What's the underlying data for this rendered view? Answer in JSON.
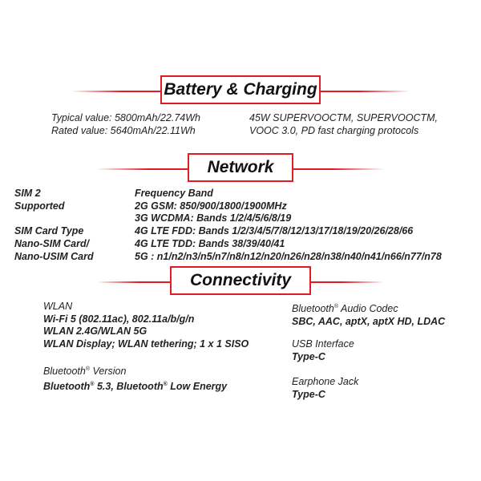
{
  "battery": {
    "title": "Battery & Charging",
    "typical": "Typical value: 5800mAh/22.74Wh",
    "rated": "Rated value: 5640mAh/22.11Wh",
    "charging_line1": "45W SUPERVOOCTM, SUPERVOOCTM,",
    "charging_line2": "VOOC 3.0, PD fast charging protocols"
  },
  "network": {
    "title": "Network",
    "left_lines": [
      "SIM 2",
      "Supported",
      "",
      "SIM Card Type",
      "Nano-SIM Card/",
      "Nano-USIM Card"
    ],
    "right_lines": [
      "Frequency Band",
      "2G GSM: 850/900/1800/1900MHz",
      "3G WCDMA: Bands 1/2/4/5/6/8/19",
      "4G LTE FDD: Bands 1/2/3/4/5/7/8/12/13/17/18/19/20/26/28/66",
      "4G LTE TDD: Bands 38/39/40/41",
      "5G : n1/n2/n3/n5/n7/n8/n12/n20/n26/n28/n38/n40/n41/n66/n77/n78"
    ]
  },
  "connectivity": {
    "title": "Connectivity",
    "wlan_label": "WLAN",
    "wlan_lines": [
      "Wi-Fi 5 (802.11ac), 802.11a/b/g/n",
      "WLAN 2.4G/WLAN 5G",
      "WLAN Display; WLAN tethering; 1 x 1 SISO"
    ],
    "bt_version_label_a": "Bluetooth",
    "bt_version_label_b": " Version",
    "bt_version_value_a": "Bluetooth",
    "bt_version_value_b": " 5.3, Bluetooth",
    "bt_version_value_c": " Low Energy",
    "reg_mark": "®",
    "bt_codec_label_a": "Bluetooth",
    "bt_codec_label_b": " Audio Codec",
    "bt_codec_value": "SBC, AAC, aptX, aptX HD, LDAC",
    "usb_label": "USB Interface",
    "usb_value": "Type-C",
    "earphone_label": "Earphone Jack",
    "earphone_value": "Type-C"
  }
}
